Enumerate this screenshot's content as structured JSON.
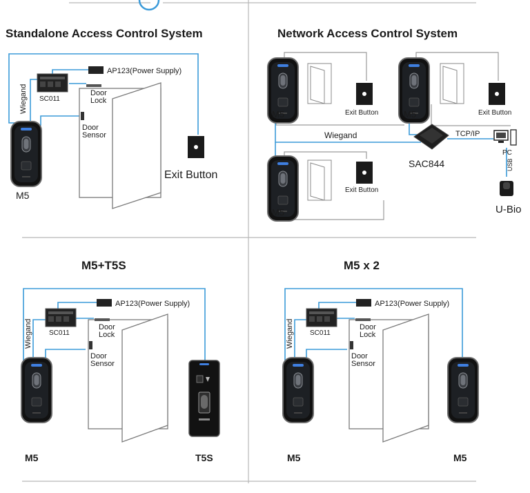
{
  "panels": {
    "standalone": {
      "title": "Standalone Access Control System",
      "power_supply": "AP123(Power Supply)",
      "controller": "SC011",
      "wiegand": "Wiegand",
      "door_lock_line1": "Door",
      "door_lock_line2": "Lock",
      "door_sensor_line1": "Door",
      "door_sensor_line2": "Sensor",
      "exit_button": "Exit Button",
      "reader": "M5"
    },
    "network": {
      "title": "Network Access Control System",
      "reader_a": "M5",
      "reader_b": "M5",
      "reader_c": "M5",
      "exit_a": "Exit Button",
      "exit_b": "Exit Button",
      "exit_c": "Exit Button",
      "wiegand": "Wiegand",
      "tcpip": "TCP/IP",
      "controller": "SAC844",
      "pc": "PC",
      "usb": "USB",
      "ubio": "U-Bio"
    },
    "m5_t5s": {
      "title": "M5+T5S",
      "power_supply": "AP123(Power Supply)",
      "controller": "SC011",
      "wiegand": "Wiegand",
      "door_lock_line1": "Door",
      "door_lock_line2": "Lock",
      "door_sensor_line1": "Door",
      "door_sensor_line2": "Sensor",
      "reader_left": "M5",
      "reader_right": "T5S"
    },
    "m5_x2": {
      "title": "M5 x 2",
      "power_supply": "AP123(Power Supply)",
      "controller": "SC011",
      "wiegand": "Wiegand",
      "door_lock_line1": "Door",
      "door_lock_line2": "Lock",
      "door_sensor_line1": "Door",
      "door_sensor_line2": "Sensor",
      "reader_left": "M5",
      "reader_right": "M5"
    }
  },
  "colors": {
    "wire": "#3a9ad9",
    "device": "#1b1d20",
    "accent_blue": "#3f7fe0"
  }
}
